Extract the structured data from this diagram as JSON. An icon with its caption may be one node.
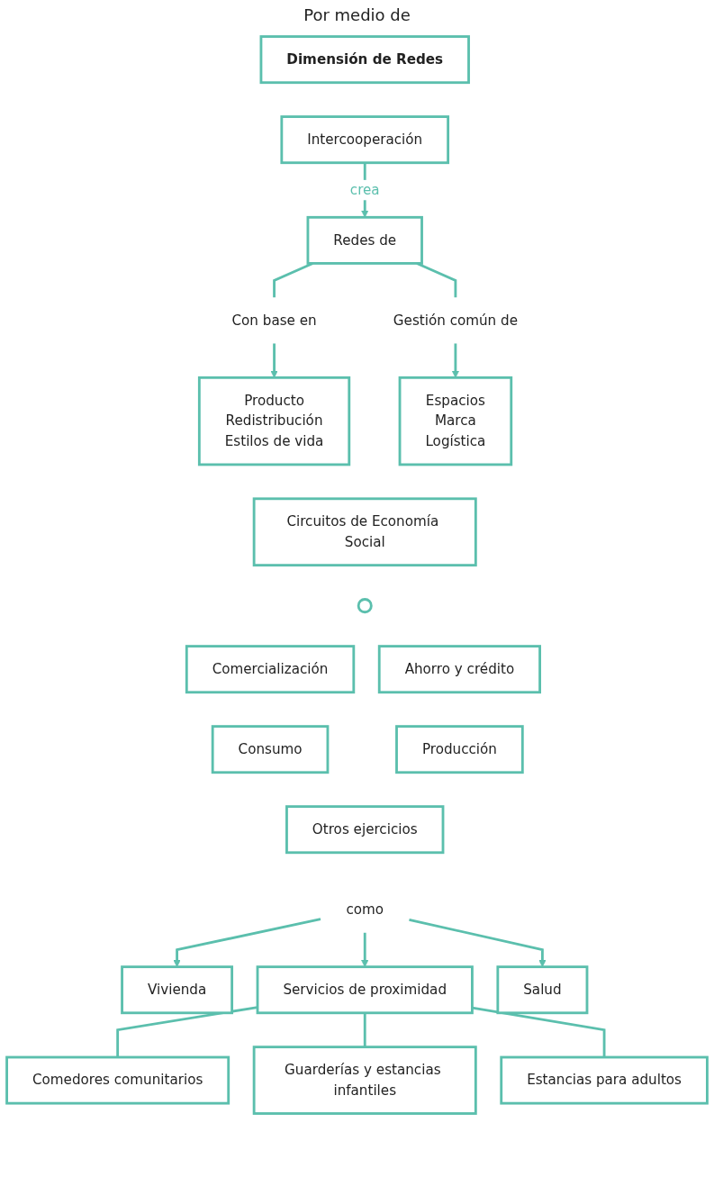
{
  "diagram": {
    "nodes": [
      {
        "text": [
          "Dimensión de Redes"
        ]
      },
      {
        "text": [
          "Intercooperación"
        ]
      },
      {
        "text": [
          "Redes de"
        ]
      },
      {
        "text": [
          "Con base en"
        ]
      },
      {
        "text": [
          "Gestión común de"
        ]
      },
      {
        "text": [
          "Producto",
          "Redistribución",
          "Estilos de vida"
        ]
      },
      {
        "text": [
          "Espacios",
          "Marca",
          "Logística"
        ]
      },
      {
        "text": [
          "Circuitos de Economía Social"
        ]
      },
      {
        "text": [],
        "shape": "circle"
      },
      {
        "text": [
          "Comercialización"
        ]
      },
      {
        "text": [
          "Ahorro y crédito"
        ]
      },
      {
        "text": [
          "Consumo"
        ]
      },
      {
        "text": [
          "Producción"
        ]
      },
      {
        "text": [
          "Otros ejercicios"
        ]
      },
      {
        "text": [
          "como"
        ]
      },
      {
        "text": [
          "Vivienda"
        ]
      },
      {
        "text": [
          "Servicios de proximidad"
        ]
      },
      {
        "text": [
          "Salud"
        ]
      },
      {
        "text": [
          "Comedores comunitarios"
        ]
      },
      {
        "text": [
          "Guarderías y estancias infantiles"
        ]
      },
      {
        "text": [
          "Estancias para adultos"
        ]
      }
    ],
    "edges": [
      {
        "from": 1,
        "to": 2,
        "arrow": "to",
        "label": "crea"
      },
      {
        "from": 2,
        "to": 3,
        "arrow": "none"
      },
      {
        "from": 2,
        "to": 4,
        "arrow": "none"
      },
      {
        "from": 3,
        "to": 5,
        "arrow": "to"
      },
      {
        "from": 4,
        "to": 6,
        "arrow": "to"
      },
      {
        "from": 14,
        "to": 15,
        "arrow": "to"
      },
      {
        "from": 14,
        "to": 16,
        "arrow": "to"
      },
      {
        "from": 14,
        "to": 17,
        "arrow": "to"
      },
      {
        "from": 16,
        "to": 18,
        "arrow": "none"
      },
      {
        "from": 16,
        "to": 19,
        "arrow": "none"
      },
      {
        "from": 16,
        "to": 20,
        "arrow": "none"
      }
    ],
    "labels": [
      "Por medio de"
    ]
  }
}
